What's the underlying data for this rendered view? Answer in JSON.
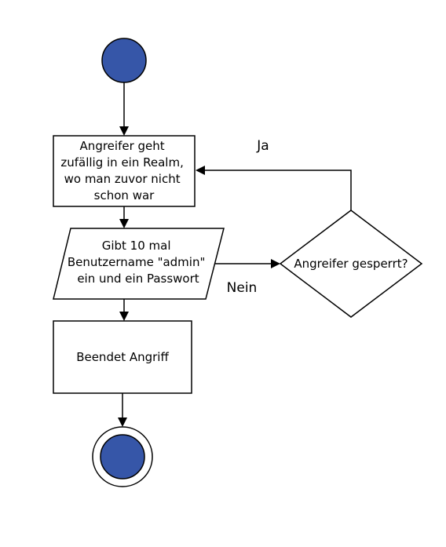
{
  "diagram": {
    "colors": {
      "node_fill": "#3656A8",
      "stroke": "#000000",
      "background": "#ffffff"
    },
    "nodes": {
      "step1": {
        "lines": [
          "Angreifer geht",
          "zufällig in ein Realm,",
          "wo man zuvor nicht",
          "schon war"
        ]
      },
      "step2": {
        "lines": [
          "Gibt 10 mal",
          "Benutzername \"admin\"",
          "ein und ein Passwort"
        ]
      },
      "step3": {
        "lines": [
          "Beendet Angriff"
        ]
      },
      "decision": {
        "label": "Angreifer gesperrt?"
      }
    },
    "edges": {
      "yes_label": "Ja",
      "no_label": "Nein"
    }
  }
}
